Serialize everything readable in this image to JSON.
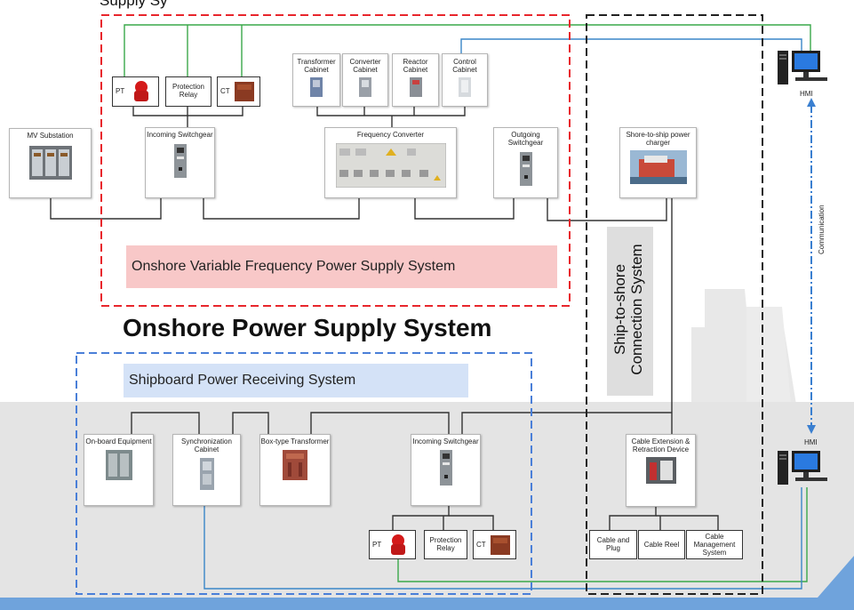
{
  "header": {
    "partial_title": "Supply Sy"
  },
  "main_title": "Onshore Power Supply System",
  "onshore_system": {
    "label": "Onshore Variable Frequency Power Supply System",
    "mv_substation": "MV Substation",
    "incoming_switchgear": "Incoming Switchgear",
    "frequency_converter": "Frequency Converter",
    "outgoing_switchgear": "Outgoing Switchgear",
    "pt": "PT",
    "protection_relay": "Protection Relay",
    "ct": "CT",
    "transformer_cabinet": "Transformer Cabinet",
    "converter_cabinet": "Converter Cabinet",
    "reactor_cabinet": "Reactor Cabinet",
    "control_cabinet": "Control Cabinet",
    "charger": "Shore-to-ship power charger"
  },
  "connection_system": {
    "label_line1": "Ship-to-shore",
    "label_line2": "Connection System",
    "cable_extension": "Cable Extension & Retraction Device",
    "cable_and_plug": "Cable and Plug",
    "cable_reel": "Cable Reel",
    "cable_management": "Cable Management System"
  },
  "shipboard_system": {
    "label": "Shipboard Power Receiving System",
    "onboard_equipment": "On-board Equipment",
    "sync_cabinet": "Synchronization Cabinet",
    "box_transformer": "Box-type Transformer",
    "incoming_switchgear": "Incoming Switchgear",
    "pt": "PT",
    "protection_relay": "Protection Relay",
    "ct": "CT"
  },
  "hmi": {
    "top_label": "HMI",
    "bottom_label": "HMI",
    "communication": "Communication"
  },
  "colors": {
    "onshore_border": "#e8262c",
    "shipboard_border": "#4a7fd8",
    "connection_border": "#222222",
    "onshore_band": "#f8c8c8",
    "shipboard_band": "#d4e2f7",
    "comm_line": "#3aa84a",
    "data_line": "#3a86c8",
    "ship_hull": "#e4e4e4",
    "sea": "#6fa3dc"
  }
}
